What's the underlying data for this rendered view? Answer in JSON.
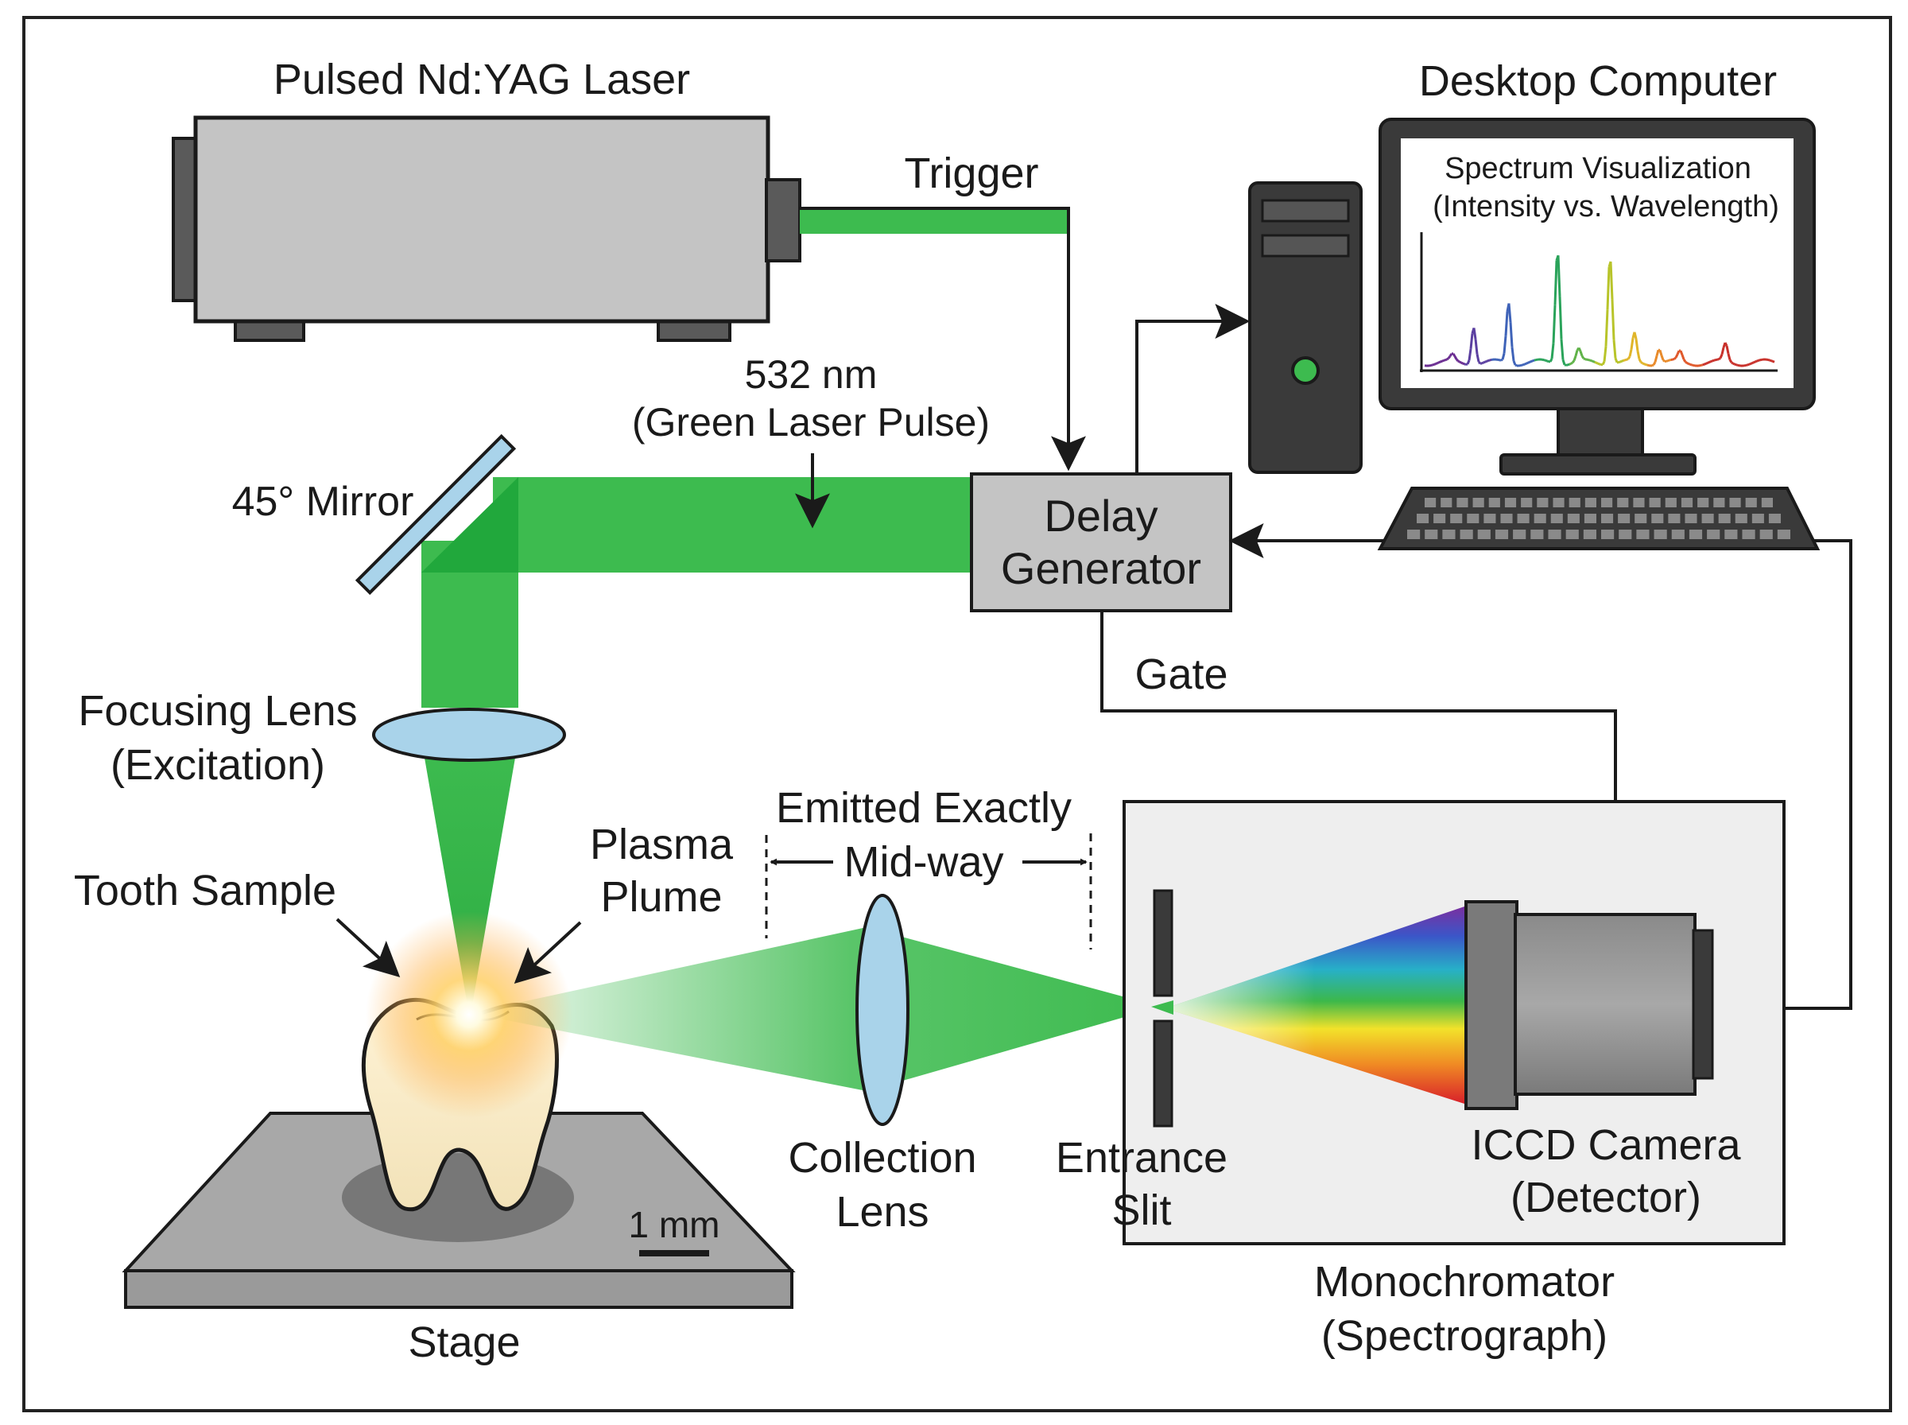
{
  "labels": {
    "laser": "Pulsed Nd:YAG Laser",
    "computer": "Desktop Computer",
    "trigger": "Trigger",
    "wavelength_line1": "532 nm",
    "wavelength_line2": "(Green Laser Pulse)",
    "mirror": "45° Mirror",
    "delay_line1": "Delay",
    "delay_line2": "Generator",
    "gate": "Gate",
    "focusing_line1": "Focusing Lens",
    "focusing_line2": "(Excitation)",
    "emitted_line1": "Emitted Exactly",
    "emitted_line2": "Mid-way",
    "plasma_line1": "Plasma",
    "plasma_line2": "Plume",
    "tooth": "Tooth Sample",
    "collection_line1": "Collection",
    "collection_line2": "Lens",
    "slit_line1": "Entrance",
    "slit_line2": "Slit",
    "iccd_line1": "ICCD Camera",
    "iccd_line2": "(Detector)",
    "mono_line1": "Monochromator",
    "mono_line2": "(Spectrograph)",
    "stage": "Stage",
    "scale": "1 mm",
    "screen_line1": "Spectrum Visualization",
    "screen_line2": "(Intensity vs. Wavelength)"
  },
  "colors": {
    "beam": "#3dbb4f",
    "beam_dark": "#1ea83a",
    "lens": "#a9d3ea",
    "housing": "#c4c4c4",
    "dark": "#3a3a3a"
  },
  "spectrum_peaks": [
    {
      "x": 0.08,
      "h": 0.05,
      "color": "#6a2c91"
    },
    {
      "x": 0.14,
      "h": 0.3,
      "color": "#5b3fa0"
    },
    {
      "x": 0.24,
      "h": 0.48,
      "color": "#3f63b8"
    },
    {
      "x": 0.38,
      "h": 0.9,
      "color": "#2aa35a"
    },
    {
      "x": 0.44,
      "h": 0.1,
      "color": "#5fb248"
    },
    {
      "x": 0.53,
      "h": 0.85,
      "color": "#b8c42a"
    },
    {
      "x": 0.6,
      "h": 0.22,
      "color": "#e0b52a"
    },
    {
      "x": 0.67,
      "h": 0.12,
      "color": "#e88a2a"
    },
    {
      "x": 0.73,
      "h": 0.08,
      "color": "#e0582a"
    },
    {
      "x": 0.86,
      "h": 0.14,
      "color": "#c8302a"
    }
  ]
}
